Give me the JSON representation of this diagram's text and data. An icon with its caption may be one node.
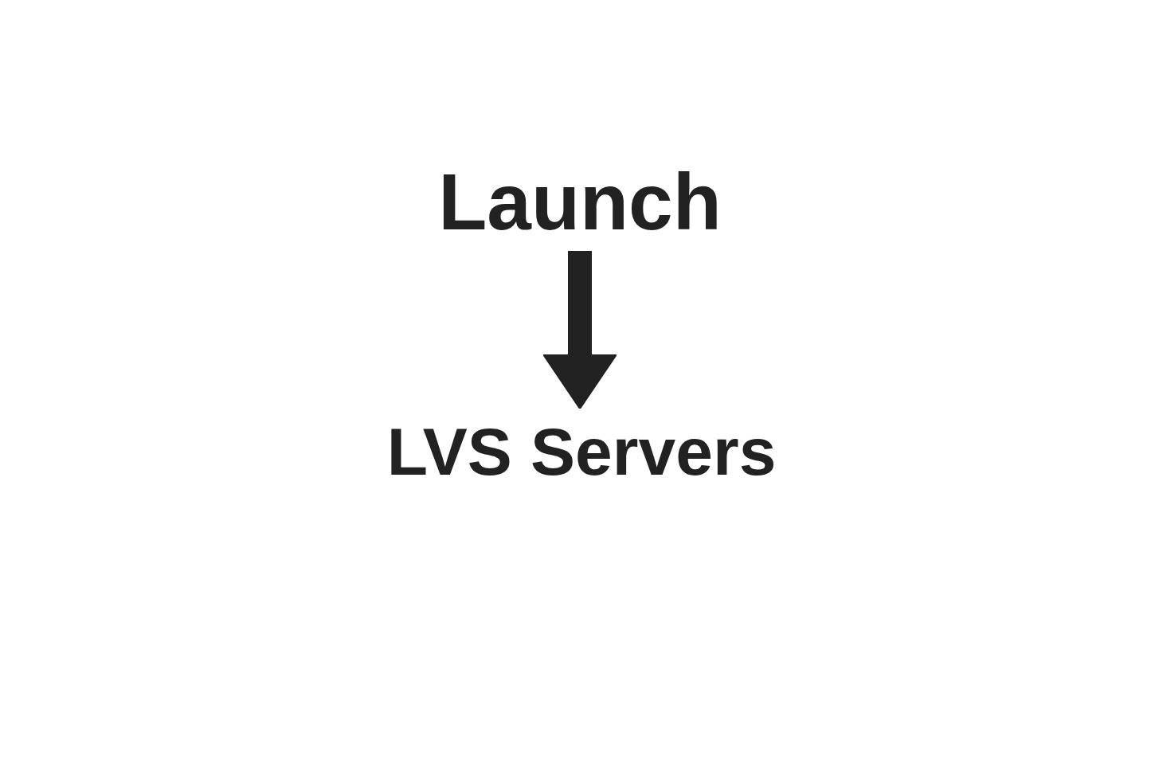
{
  "diagram": {
    "nodes": [
      {
        "text": [
          "Launch"
        ]
      },
      {
        "text": [
          "LVS Servers"
        ]
      }
    ],
    "edges": [
      {
        "from": 0,
        "to": 1,
        "arrow": "to"
      }
    ]
  }
}
